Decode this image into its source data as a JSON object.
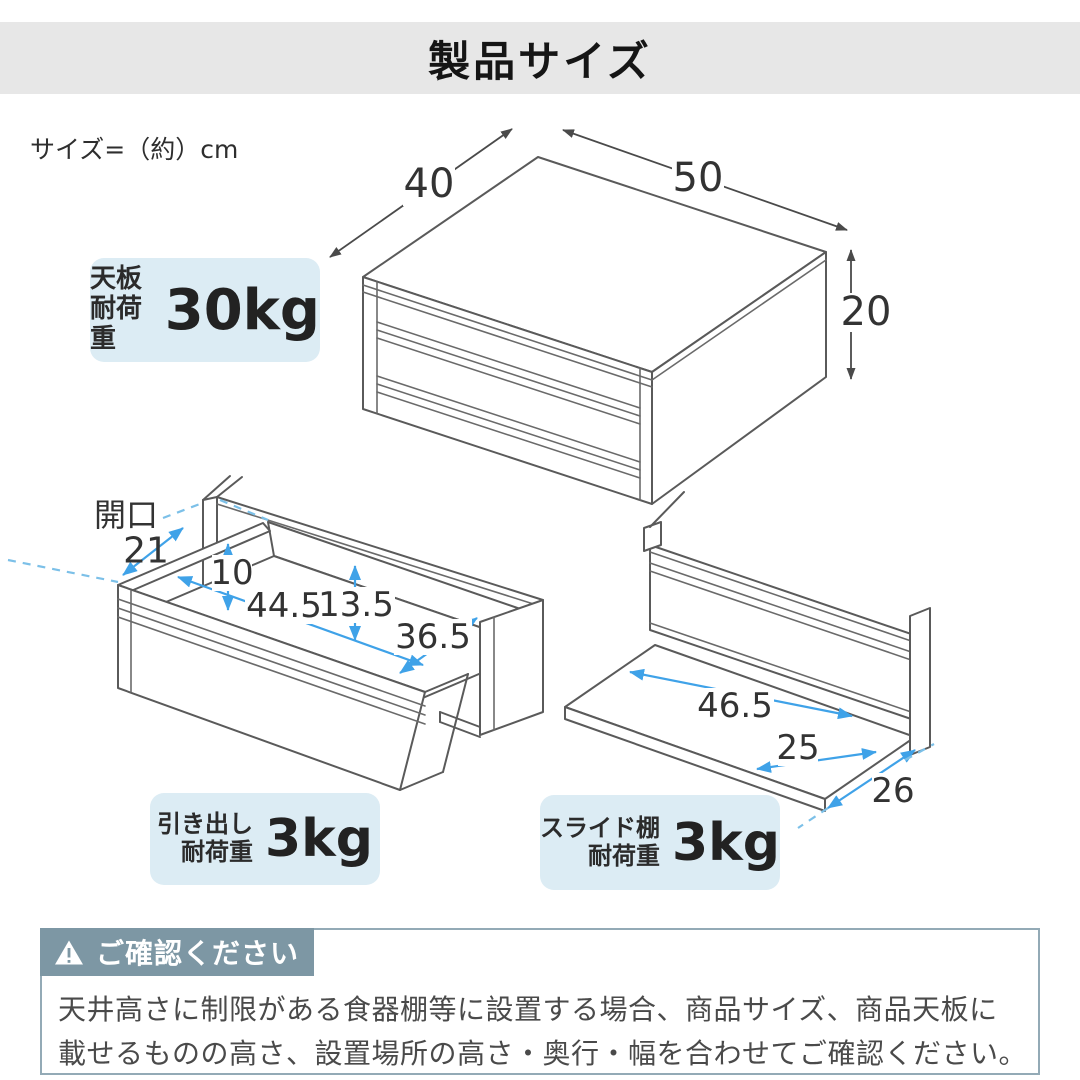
{
  "header": {
    "title": "製品サイズ"
  },
  "size_note": "サイズ=（約）cm",
  "cabinet": {
    "dims": {
      "depth": "40",
      "width": "50",
      "height": "20"
    },
    "load": {
      "line1": "天板",
      "line2": "耐荷重",
      "value": "30kg"
    }
  },
  "drawer": {
    "dims": {
      "opening_label": "開口",
      "opening": "21",
      "back_height": "10",
      "inner_width": "44.5",
      "inner_height": "13.5",
      "inner_depth": "36.5"
    },
    "load": {
      "line1": "引き出し",
      "line2": "耐荷重",
      "value": "3kg"
    }
  },
  "shelf": {
    "dims": {
      "inner_width": "46.5",
      "shelf_depth": "25",
      "outer_depth": "26"
    },
    "load": {
      "line1": "スライド棚",
      "line2": "耐荷重",
      "value": "3kg"
    }
  },
  "notice": {
    "title": "ご確認ください",
    "line1": "天井高さに制限がある食器棚等に設置する場合、商品サイズ、商品天板に",
    "line2": "載せるものの高さ、設置場所の高さ・奥行・幅を合わせてご確認ください。"
  },
  "colors": {
    "accent_blue": "#3fa2e8",
    "dashed_blue": "#7cc0e8",
    "label_bg": "#dcecf4",
    "notice_slate": "#7d97a4",
    "header_bg": "#e7e7e7",
    "line_art": "#5a5a5a"
  }
}
